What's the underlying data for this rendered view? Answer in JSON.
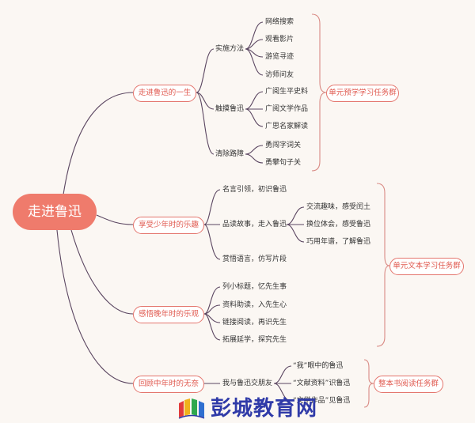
{
  "root": "走进鲁迅",
  "branches": [
    {
      "label": "走进鲁迅的一生",
      "subs": [
        {
          "label": "实施方法",
          "leaves": [
            "网络搜索",
            "观看影片",
            "游览寻迹",
            "访师问友"
          ]
        },
        {
          "label": "触摸鲁迅",
          "leaves": [
            "广阅生平史料",
            "广阅文学作品",
            "广思名家解读"
          ]
        },
        {
          "label": "清除路障",
          "leaves": [
            "勇闯字词关",
            "勇攀句子关"
          ]
        }
      ]
    },
    {
      "label": "享受少年时的乐趣",
      "subs": [
        {
          "label": "名言引领，初识鲁迅",
          "leaves": []
        },
        {
          "label": "品读故事，走入鲁迅",
          "leaves": [
            "交流趣味，感受闰土",
            "换位体会，感受鲁迅",
            "巧用年谱，了解鲁迅"
          ]
        },
        {
          "label": "赏悟语言，仿写片段",
          "leaves": []
        }
      ]
    },
    {
      "label": "感悟晚年时的乐观",
      "subs": [
        {
          "label": "列小标题，忆先生事",
          "leaves": []
        },
        {
          "label": "资料助读，入先生心",
          "leaves": []
        },
        {
          "label": "链接阅读，再识先生",
          "leaves": []
        },
        {
          "label": "拓展延学，探究先生",
          "leaves": []
        }
      ]
    },
    {
      "label": "回顾中年时的无奈",
      "subs": [
        {
          "label": "我与鲁迅交朋友",
          "leaves": [
            "“我”眼中的鲁迅",
            "“文献资料”识鲁迅",
            "“文学作品”见鲁迅"
          ]
        }
      ]
    }
  ],
  "groups": [
    "单元预学学习任务群",
    "单元文本学习任务群",
    "整本书阅读任务群"
  ],
  "watermark": "彭城教育网",
  "colors": {
    "line": "#5a4560",
    "bracket": "#d98a84",
    "accent": "#e4756d",
    "root_fill": "#ef7b6c"
  }
}
